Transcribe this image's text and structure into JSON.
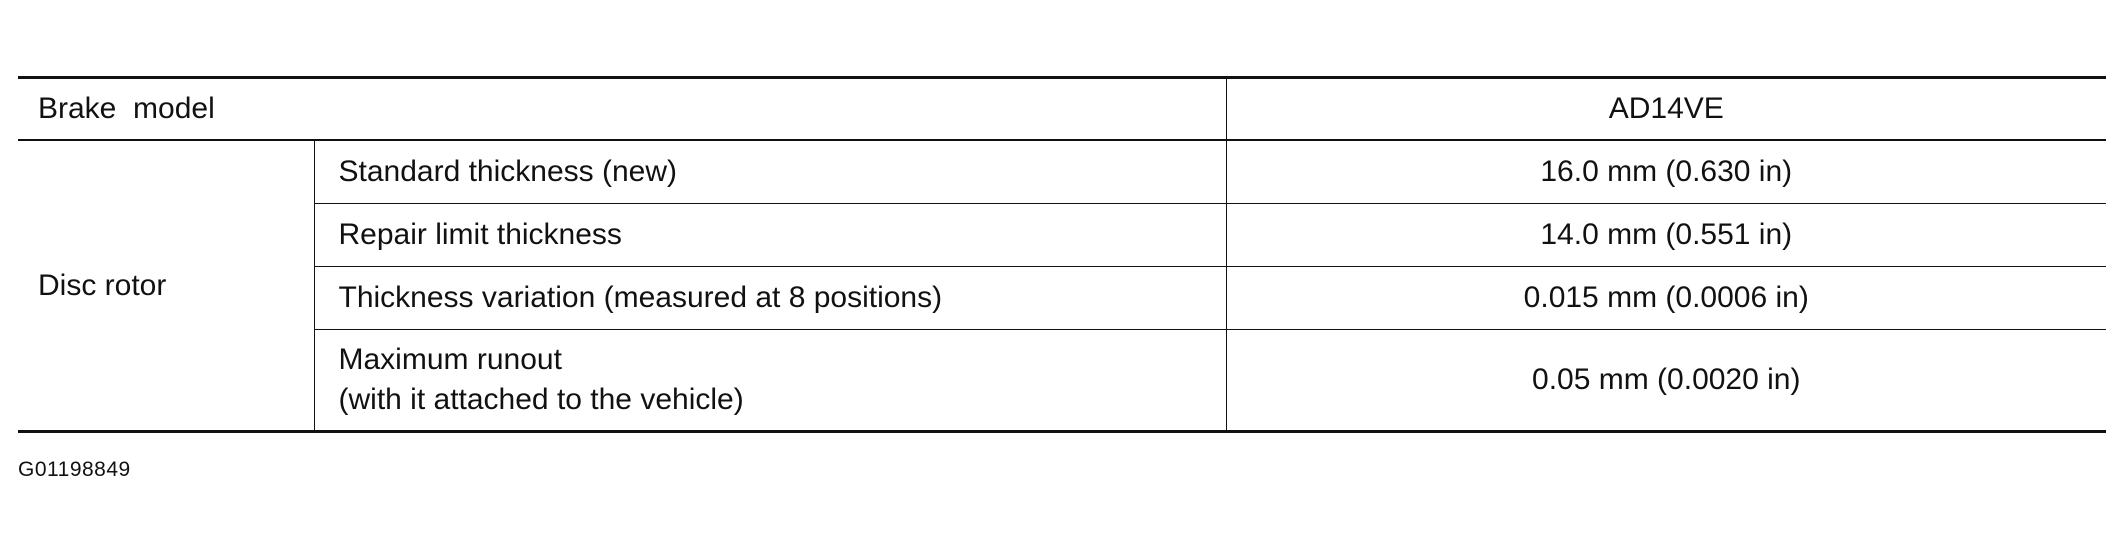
{
  "table": {
    "header": {
      "label": "Brake  model",
      "value": "AD14VE"
    },
    "group_label": "Disc rotor",
    "rows": [
      {
        "label": "Standard thickness (new)",
        "value": "16.0 mm (0.630 in)"
      },
      {
        "label": "Repair limit thickness",
        "value": "14.0 mm (0.551 in)"
      },
      {
        "label": "Thickness variation (measured at 8 positions)",
        "value": "0.015 mm (0.0006 in)"
      },
      {
        "label_line1": "Maximum runout",
        "label_line2": "(with it attached to the vehicle)",
        "value": "0.05 mm (0.0020 in)"
      }
    ]
  },
  "figure_id": "G01198849"
}
